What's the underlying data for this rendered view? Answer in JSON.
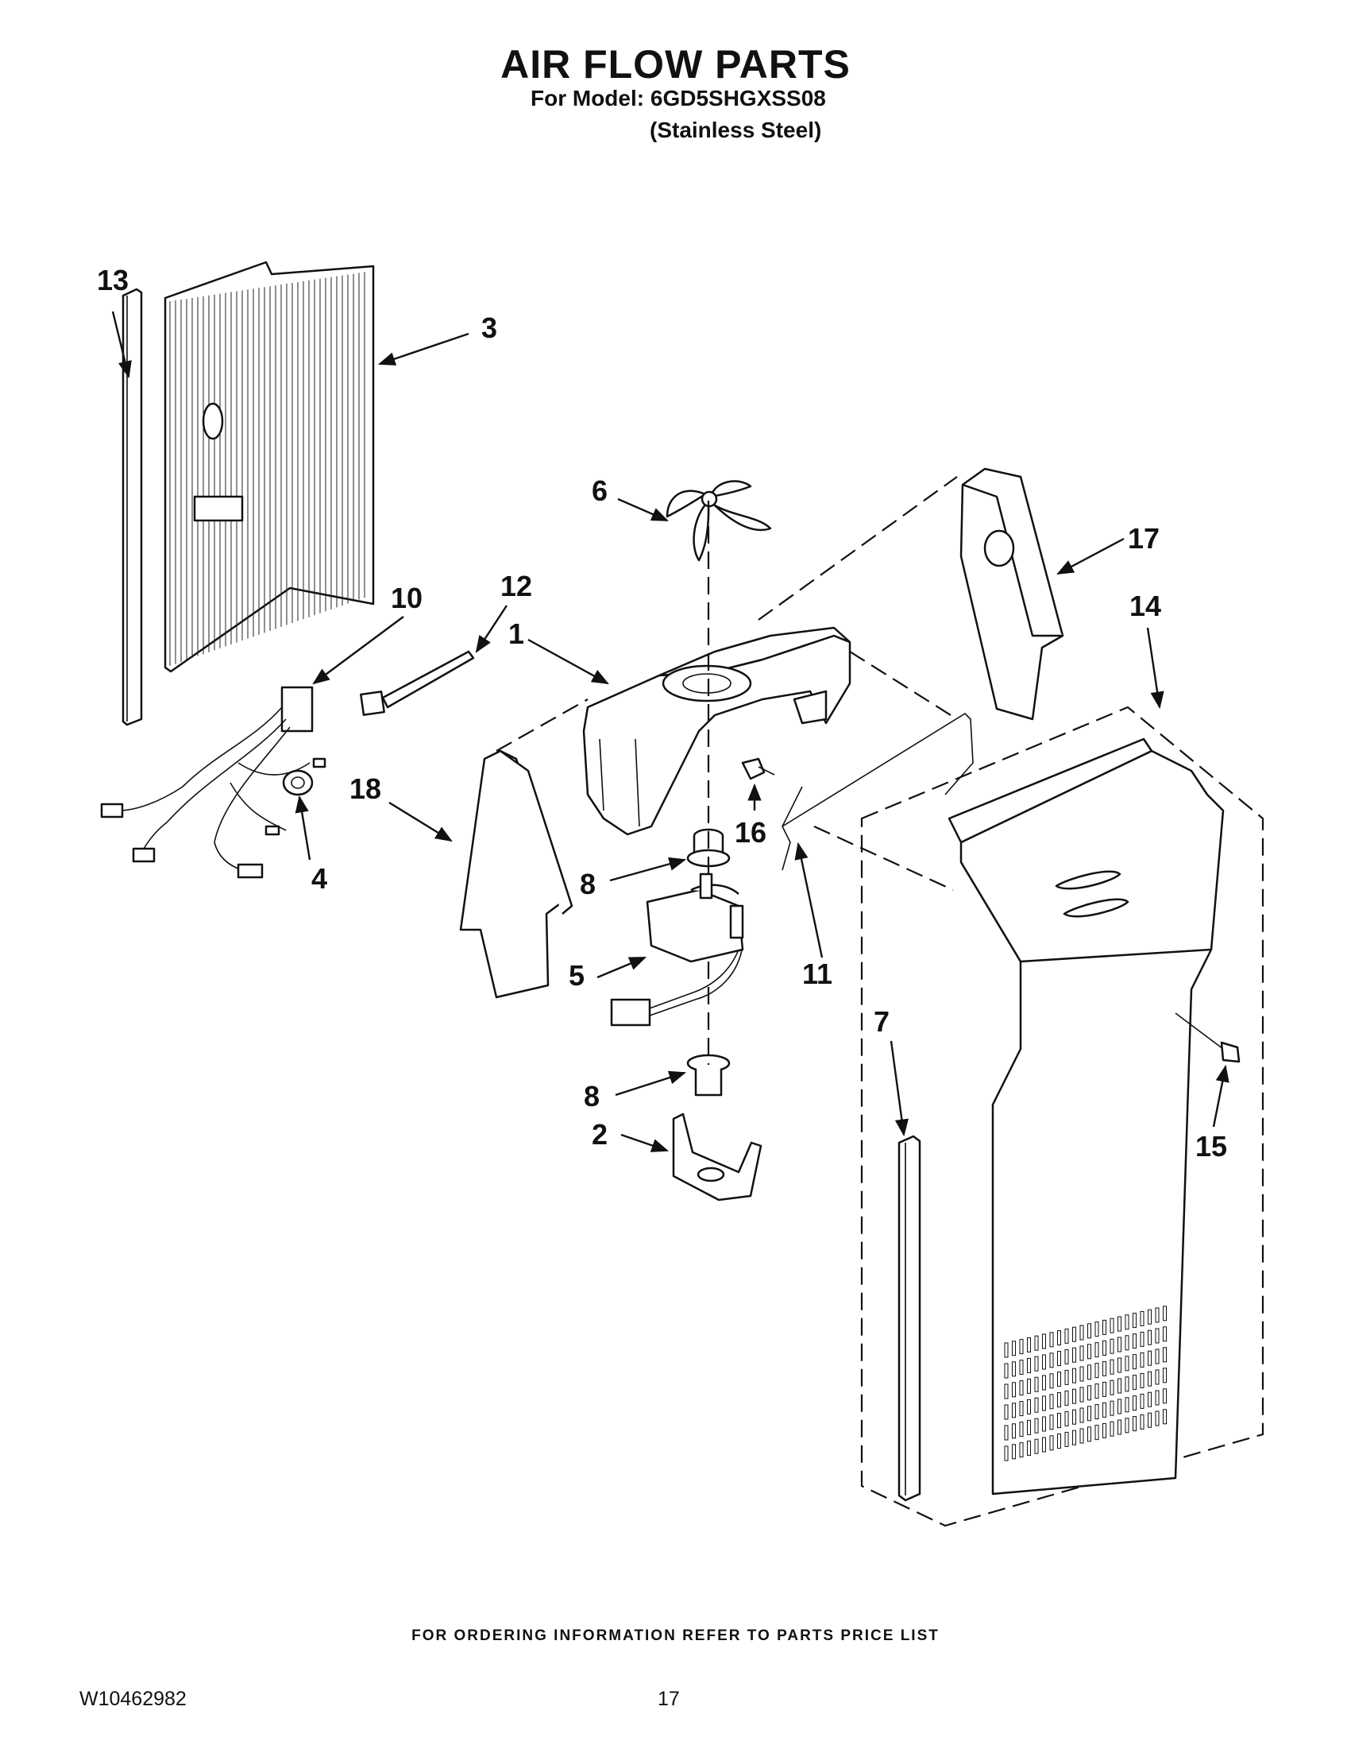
{
  "header": {
    "title": "AIR FLOW PARTS",
    "model_line": "For Model: 6GD5SHGXSS08",
    "finish_line": "(Stainless Steel)"
  },
  "callouts": {
    "c1": "1",
    "c2": "2",
    "c3": "3",
    "c4": "4",
    "c5": "5",
    "c6": "6",
    "c7": "7",
    "c8a": "8",
    "c8b": "8",
    "c10": "10",
    "c11": "11",
    "c12": "12",
    "c13": "13",
    "c14": "14",
    "c15": "15",
    "c16": "16",
    "c17": "17",
    "c18": "18"
  },
  "footer": {
    "ordering_note": "FOR ORDERING INFORMATION REFER TO PARTS PRICE LIST",
    "document_number": "W10462982",
    "page_number": "17"
  }
}
